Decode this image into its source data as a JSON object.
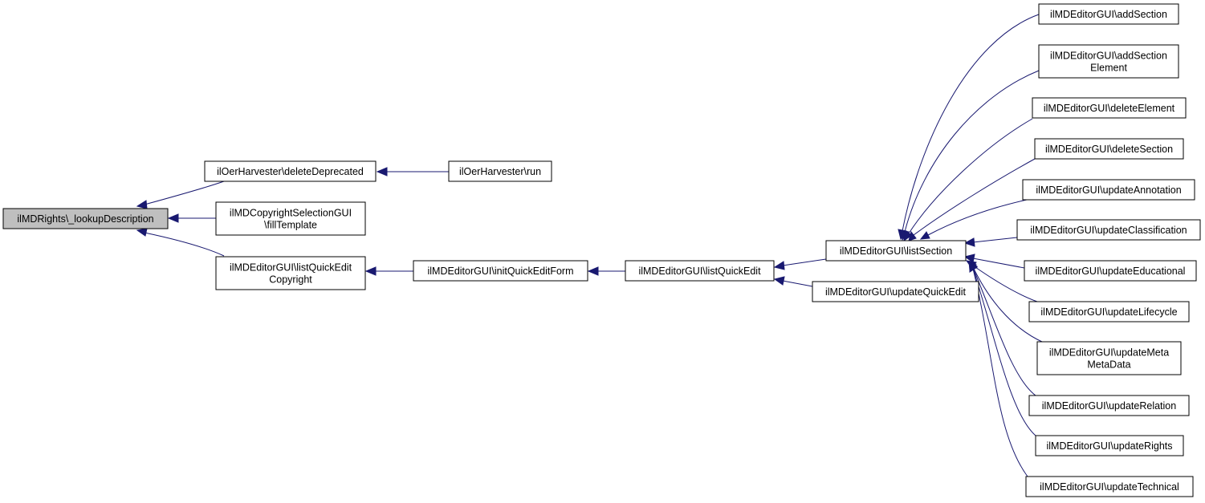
{
  "graph": {
    "colors": {
      "edge": "#191970",
      "node_border": "#000000",
      "node_fill": "#ffffff",
      "focus_fill": "#bfbfbf"
    },
    "nodes": [
      {
        "id": "lookup",
        "lines": [
          "ilMDRights\\_lookupDescription"
        ],
        "focus": true
      },
      {
        "id": "harvDelete",
        "lines": [
          "ilOerHarvester\\deleteDeprecated"
        ]
      },
      {
        "id": "harvRun",
        "lines": [
          "ilOerHarvester\\run"
        ]
      },
      {
        "id": "fillTemplate",
        "lines": [
          "ilMDCopyrightSelectionGUI",
          "\\fillTemplate"
        ]
      },
      {
        "id": "listQEC",
        "lines": [
          "ilMDEditorGUI\\listQuickEdit",
          "Copyright"
        ]
      },
      {
        "id": "initQEF",
        "lines": [
          "ilMDEditorGUI\\initQuickEditForm"
        ]
      },
      {
        "id": "listQE",
        "lines": [
          "ilMDEditorGUI\\listQuickEdit"
        ]
      },
      {
        "id": "listSection",
        "lines": [
          "ilMDEditorGUI\\listSection"
        ]
      },
      {
        "id": "updateQE",
        "lines": [
          "ilMDEditorGUI\\updateQuickEdit"
        ]
      },
      {
        "id": "addSection",
        "lines": [
          "ilMDEditorGUI\\addSection"
        ]
      },
      {
        "id": "addSectionEl",
        "lines": [
          "ilMDEditorGUI\\addSection",
          "Element"
        ]
      },
      {
        "id": "deleteElement",
        "lines": [
          "ilMDEditorGUI\\deleteElement"
        ]
      },
      {
        "id": "deleteSection",
        "lines": [
          "ilMDEditorGUI\\deleteSection"
        ]
      },
      {
        "id": "updAnnotation",
        "lines": [
          "ilMDEditorGUI\\updateAnnotation"
        ]
      },
      {
        "id": "updClassification",
        "lines": [
          "ilMDEditorGUI\\updateClassification"
        ]
      },
      {
        "id": "updEducational",
        "lines": [
          "ilMDEditorGUI\\updateEducational"
        ]
      },
      {
        "id": "updLifecycle",
        "lines": [
          "ilMDEditorGUI\\updateLifecycle"
        ]
      },
      {
        "id": "updMeta",
        "lines": [
          "ilMDEditorGUI\\updateMeta",
          "MetaData"
        ]
      },
      {
        "id": "updRelation",
        "lines": [
          "ilMDEditorGUI\\updateRelation"
        ]
      },
      {
        "id": "updRights",
        "lines": [
          "ilMDEditorGUI\\updateRights"
        ]
      },
      {
        "id": "updTechnical",
        "lines": [
          "ilMDEditorGUI\\updateTechnical"
        ]
      }
    ],
    "edges": [
      {
        "from": "harvDelete",
        "to": "lookup"
      },
      {
        "from": "fillTemplate",
        "to": "lookup"
      },
      {
        "from": "listQEC",
        "to": "lookup"
      },
      {
        "from": "harvRun",
        "to": "harvDelete"
      },
      {
        "from": "initQEF",
        "to": "listQEC"
      },
      {
        "from": "listQE",
        "to": "initQEF"
      },
      {
        "from": "listSection",
        "to": "listQE"
      },
      {
        "from": "updateQE",
        "to": "listQE"
      },
      {
        "from": "addSection",
        "to": "listSection"
      },
      {
        "from": "addSectionEl",
        "to": "listSection"
      },
      {
        "from": "deleteElement",
        "to": "listSection"
      },
      {
        "from": "deleteSection",
        "to": "listSection"
      },
      {
        "from": "updAnnotation",
        "to": "listSection"
      },
      {
        "from": "updClassification",
        "to": "listSection"
      },
      {
        "from": "updEducational",
        "to": "listSection"
      },
      {
        "from": "updLifecycle",
        "to": "listSection"
      },
      {
        "from": "updMeta",
        "to": "listSection"
      },
      {
        "from": "updRelation",
        "to": "listSection"
      },
      {
        "from": "updRights",
        "to": "listSection"
      },
      {
        "from": "updTechnical",
        "to": "listSection"
      }
    ]
  }
}
